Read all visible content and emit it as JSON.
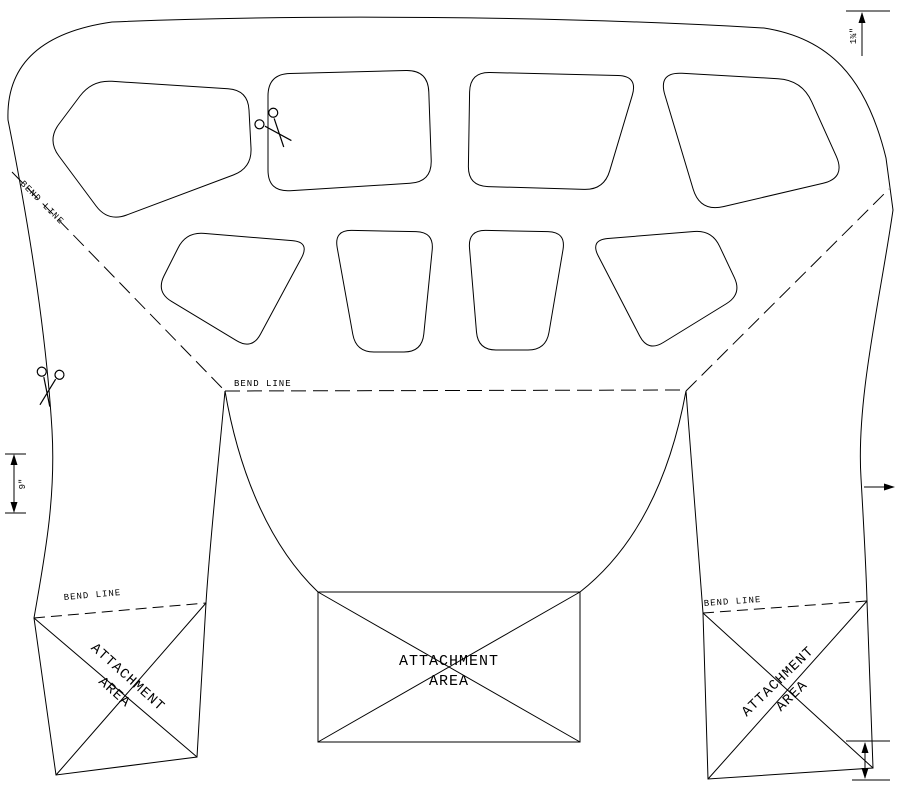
{
  "labels": {
    "bend_line": "BEND LINE",
    "attachment_line1": "ATTACHMENT",
    "attachment_line2": "AREA"
  },
  "dimensions": {
    "top_right": "1¾\"",
    "left": "9\""
  },
  "icons": {
    "cut_marker": "scissors-icon"
  },
  "colors": {
    "line": "#000000",
    "background": "#ffffff"
  }
}
